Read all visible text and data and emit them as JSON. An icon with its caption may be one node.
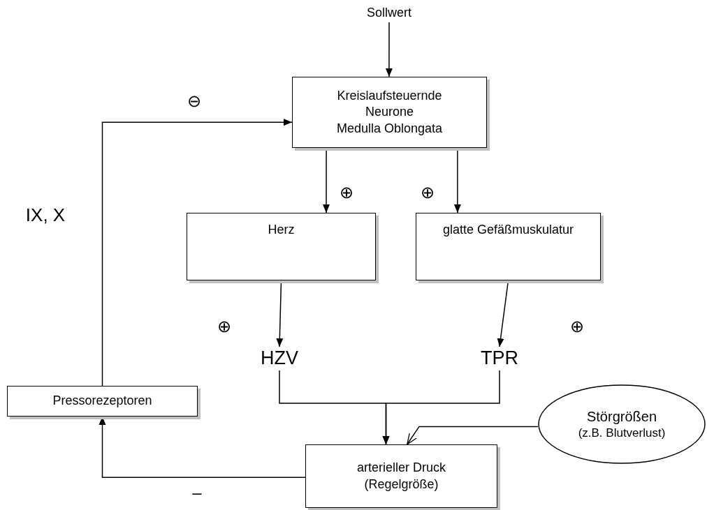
{
  "diagram": {
    "nodes": [
      {
        "text": [
          "Sollwert"
        ]
      },
      {
        "text": [
          "Kreislaufsteuernde Neurone",
          "Medulla Oblongata"
        ]
      },
      {
        "text": [
          "Herz"
        ]
      },
      {
        "text": [
          "glatte Gefäßmuskulatur"
        ]
      },
      {
        "text": [
          "HZV"
        ]
      },
      {
        "text": [
          "TPR"
        ]
      },
      {
        "text": [
          "Pressorezeptoren"
        ]
      },
      {
        "text": [
          "arterieller Druck (Regelgröße)"
        ]
      },
      {
        "text": [
          "Störgrößen",
          "(z.B. Blutverlust)"
        ]
      }
    ],
    "edges": [
      {
        "from": 0,
        "to": 1,
        "arrow": "to"
      },
      {
        "from": 1,
        "to": 2,
        "arrow": "to"
      },
      {
        "from": 1,
        "to": 3,
        "arrow": "to"
      },
      {
        "from": 2,
        "to": 4,
        "arrow": "to"
      },
      {
        "from": 3,
        "to": 5,
        "arrow": "to"
      },
      {
        "from": 4,
        "to": 7,
        "arrow": "to"
      },
      {
        "from": 5,
        "to": 7,
        "arrow": "to"
      },
      {
        "from": 8,
        "to": 7,
        "arrow": "to"
      },
      {
        "from": 7,
        "to": 6,
        "arrow": "to"
      },
      {
        "from": 6,
        "to": 1,
        "arrow": "to"
      }
    ],
    "labels": [
      "⊖",
      "⊕",
      "⊕",
      "IX, X",
      "⊕",
      "⊕",
      "–"
    ]
  }
}
